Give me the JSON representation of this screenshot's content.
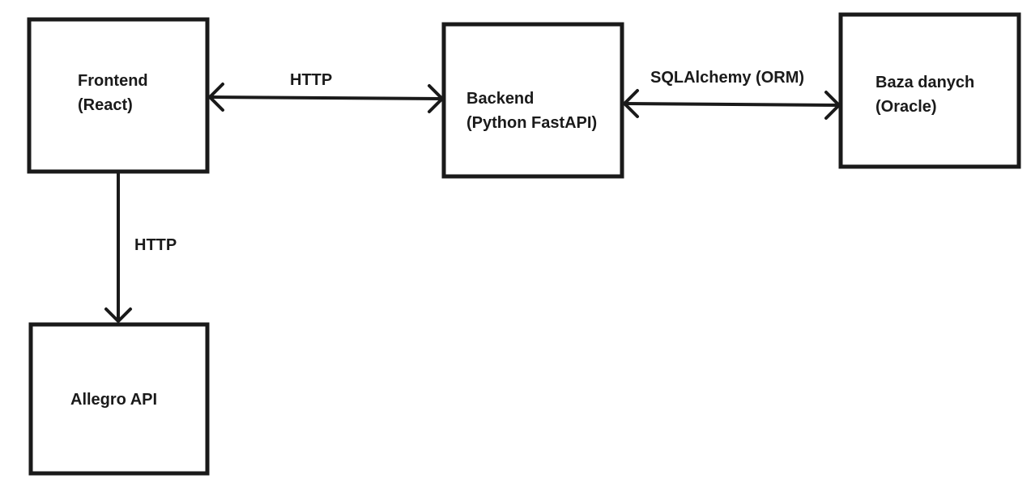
{
  "nodes": {
    "frontend": {
      "line1": "Frontend",
      "line2": "(React)"
    },
    "backend": {
      "line1": "Backend",
      "line2": "(Python FastAPI)"
    },
    "database": {
      "line1": "Baza danych",
      "line2": "(Oracle)"
    },
    "allegro": {
      "line1": "Allegro API"
    }
  },
  "edges": {
    "frontend_backend": {
      "label": "HTTP",
      "direction": "bidirectional"
    },
    "backend_database": {
      "label": "SQLAlchemy (ORM)",
      "direction": "bidirectional"
    },
    "frontend_allegro": {
      "label": "HTTP",
      "direction": "forward"
    }
  },
  "colors": {
    "stroke": "#1a1a1a",
    "background": "#ffffff"
  }
}
